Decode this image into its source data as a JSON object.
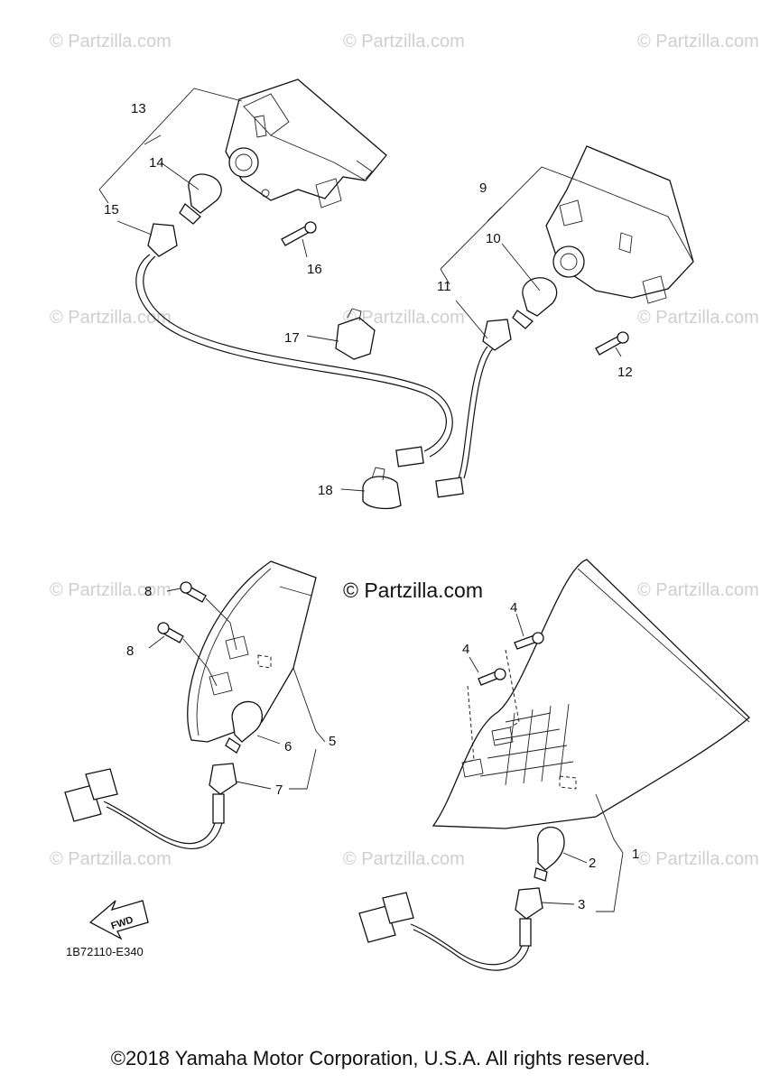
{
  "watermark": "© Partzilla.com",
  "center_watermark": "© Partzilla.com",
  "diagram_code": "1B72110-E340",
  "fwd_label": "FWD",
  "copyright": "©2018 Yamaha Motor Corporation, U.S.A. All rights reserved.",
  "callouts": {
    "c1": "1",
    "c2": "2",
    "c3": "3",
    "c4a": "4",
    "c4b": "4",
    "c5": "5",
    "c6": "6",
    "c7": "7",
    "c8a": "8",
    "c8b": "8",
    "c9": "9",
    "c10": "10",
    "c11": "11",
    "c12": "12",
    "c13": "13",
    "c14": "14",
    "c15": "15",
    "c16": "16",
    "c17": "17",
    "c18": "18"
  }
}
